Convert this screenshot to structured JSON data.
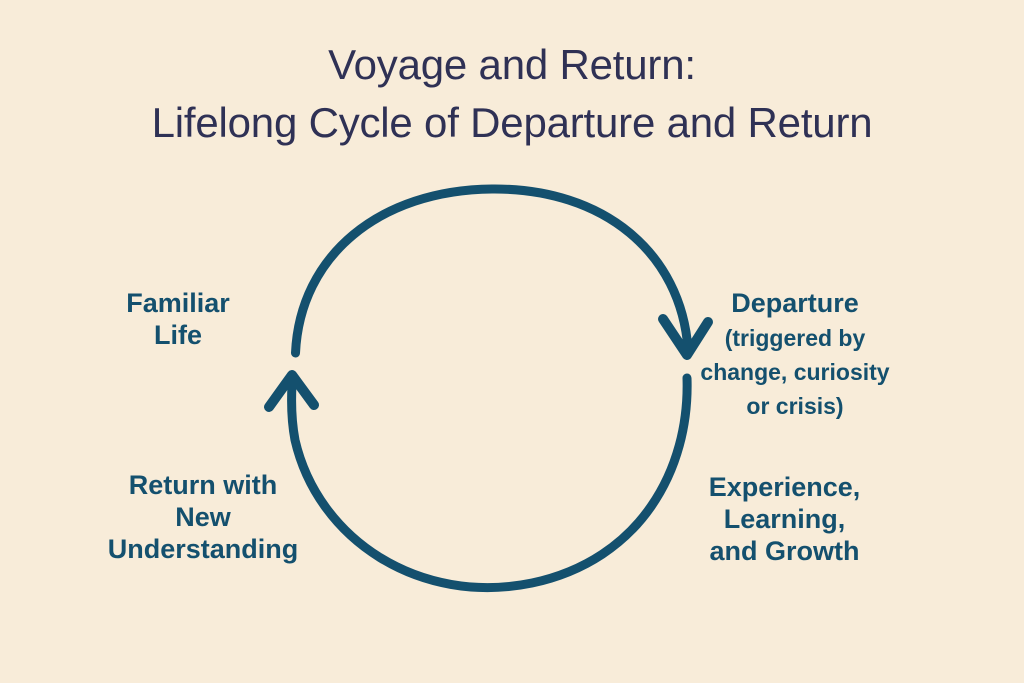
{
  "page": {
    "background_color": "#f8ecd9",
    "accent_color": "#14506e",
    "title_color": "#2f3155"
  },
  "title": {
    "line1": "Voyage and Return:",
    "line2": "Lifelong Cycle of Departure and Return"
  },
  "diagram": {
    "type": "cycle",
    "direction": "clockwise",
    "stages": [
      {
        "id": "familiar-life",
        "position": "left-top",
        "heading": "Familiar",
        "heading_line2": "Life",
        "detail": ""
      },
      {
        "id": "departure",
        "position": "right-top",
        "heading": "Departure",
        "detail_line1": "(triggered by",
        "detail_line2": "change, curiosity",
        "detail_line3": "or crisis)"
      },
      {
        "id": "experience-learning-growth",
        "position": "right-bottom",
        "line1": "Experience,",
        "line2": "Learning,",
        "line3": "and Growth"
      },
      {
        "id": "return-with-new-understanding",
        "position": "left-bottom",
        "line1": "Return with",
        "line2": "New",
        "line3": "Understanding"
      }
    ],
    "arrows": [
      {
        "id": "arrow-to-departure",
        "from": "familiar-life",
        "to": "departure",
        "direction": "down-right"
      },
      {
        "id": "arrow-to-familiar-life",
        "from": "return-with-new-understanding",
        "to": "familiar-life",
        "direction": "up"
      }
    ]
  }
}
